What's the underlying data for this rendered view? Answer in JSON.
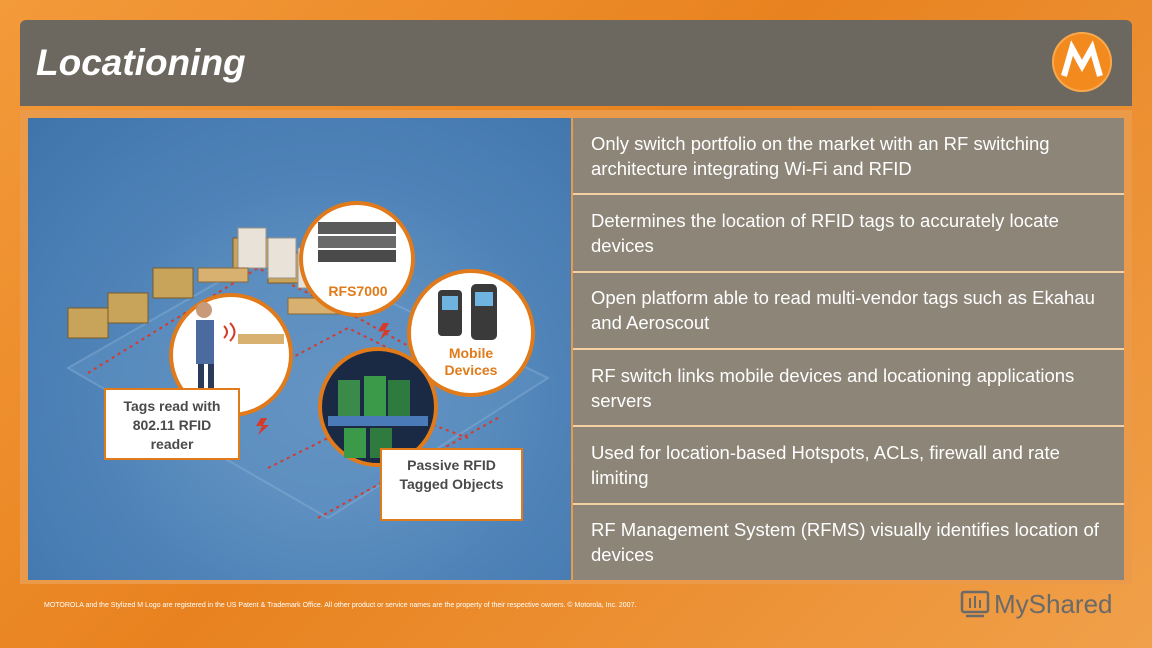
{
  "header": {
    "title": "Locationing"
  },
  "logo": {
    "icon": "motorola-logo-icon"
  },
  "diagram": {
    "callouts": {
      "rfs": "RFS7000",
      "mobile_line1": "Mobile",
      "mobile_line2": "Devices",
      "tags_line1": "Tags read with",
      "tags_line2": "802.11 RFID",
      "tags_line3": "reader",
      "passive_line1": "Passive RFID",
      "passive_line2": "Tagged Objects"
    }
  },
  "bullets": [
    "Only switch portfolio on the market with an RF switching architecture integrating Wi-Fi and RFID",
    "Determines the location of RFID tags to accurately locate devices",
    "Open platform able to read multi-vendor tags such as Ekahau and Aeroscout",
    "RF switch links mobile devices and locationing applications servers",
    "Used for location-based Hotspots, ACLs,  firewall and rate limiting",
    "RF Management System (RFMS) visually identifies location of devices"
  ],
  "footer": {
    "note": "MOTOROLA and the Stylized M Logo are registered in the US Patent & Trademark Office. All other product or service names are the property of their respective owners.  © Motorola, Inc. 2007."
  },
  "watermark": {
    "text": "MyShared",
    "icon": "myshared-logo-icon"
  },
  "colors": {
    "accent": "#e8821f",
    "header": "#6c675f",
    "bullet_bg": "#8c8578",
    "scene_blue": "#4f83b8"
  }
}
